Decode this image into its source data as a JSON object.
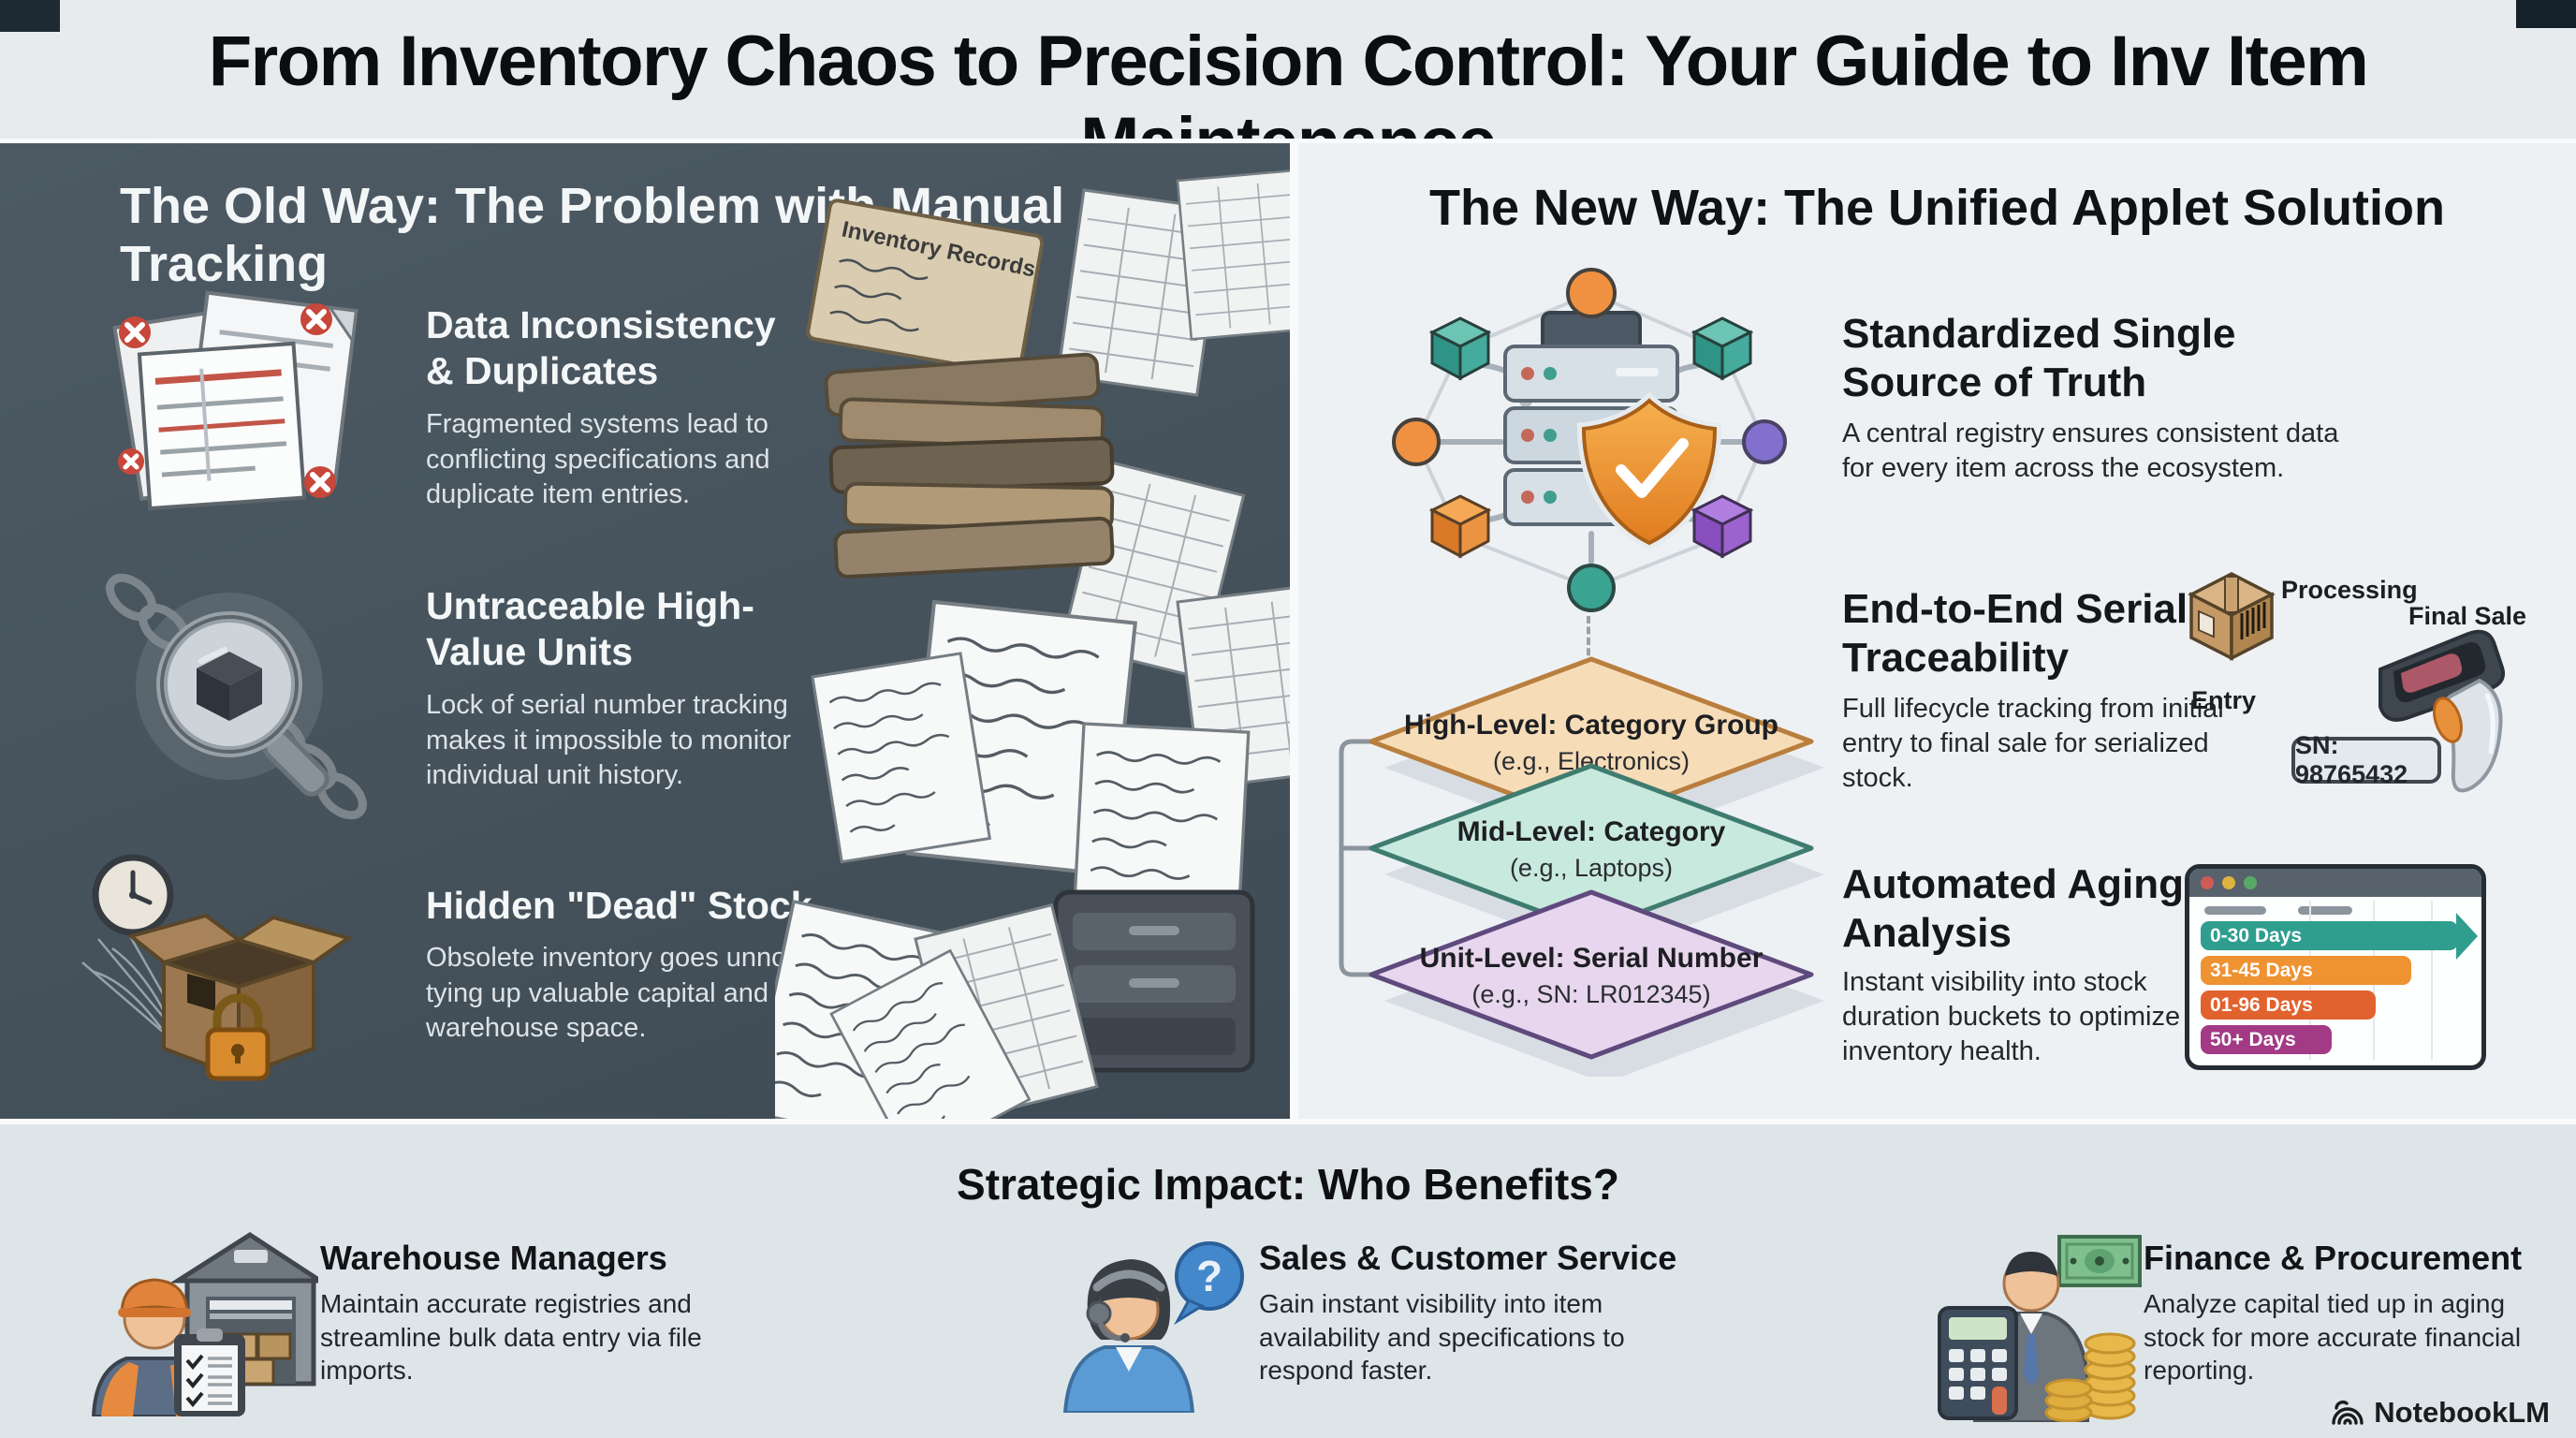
{
  "header": {
    "title": "From Inventory Chaos to Precision Control: Your Guide to Inv Item Maintenance"
  },
  "old_way": {
    "heading": "The Old Way: The Problem with Manual Tracking",
    "items": [
      {
        "title": "Data Inconsistency & Duplicates",
        "desc": "Fragmented systems lead to conflicting specifications and duplicate item entries."
      },
      {
        "title": "Untraceable High-Value Units",
        "desc": "Lock of serial number tracking makes it impossible to monitor individual unit history."
      },
      {
        "title": "Hidden \"Dead\" Stock",
        "desc": "Obsolete inventory goes unnoticed, tying up valuable capital and warehouse space."
      }
    ],
    "illustration": {
      "folder_label": "Inventory Records"
    }
  },
  "new_way": {
    "heading": "The New Way: The Unified Applet Solution",
    "features": [
      {
        "title": "Standardized Single Source of Truth",
        "desc": "A central registry ensures consistent data for every item across the ecosystem."
      },
      {
        "title": "End-to-End Serial Traceability",
        "desc": "Full lifecycle tracking from initial entry to final sale for serialized stock."
      },
      {
        "title": "Automated Aging Analysis",
        "desc": "Instant visibility into stock duration buckets to optimize inventory health."
      }
    ],
    "traceability": {
      "entry": "Entry",
      "processing": "Processing",
      "final_sale": "Final Sale",
      "serial": "SN: 98765432"
    },
    "hierarchy": [
      {
        "label": "High-Level: Category Group",
        "example": "(e.g., Electronics)",
        "fill": "#f7dcb8",
        "stroke": "#b97f3e"
      },
      {
        "label": "Mid-Level: Category",
        "example": "(e.g., Laptops)",
        "fill": "#c8e9dd",
        "stroke": "#3f7c70"
      },
      {
        "label": "Unit-Level: Serial Number",
        "example": "(e.g., SN: LR012345)",
        "fill": "#e7d6ee",
        "stroke": "#5f4a7d"
      }
    ]
  },
  "chart_data": {
    "type": "bar",
    "categories": [
      "0-30 Days",
      "31-45 Days",
      "01-96 Days",
      "50+ Days"
    ],
    "values": [
      88,
      72,
      60,
      45
    ],
    "colors": [
      "#2f9e8f",
      "#ef9232",
      "#e2622d",
      "#a23a85"
    ],
    "legend_position": "none",
    "container": "browser-window"
  },
  "impact": {
    "heading": "Strategic Impact: Who Benefits?",
    "groups": [
      {
        "title": "Warehouse Managers",
        "desc": "Maintain accurate registries and streamline bulk data entry via file imports."
      },
      {
        "title": "Sales & Customer Service",
        "desc": "Gain instant visibility into item availability and specifications to respond faster."
      },
      {
        "title": "Finance & Procurement",
        "desc": "Analyze capital tied up in aging stock for more accurate financial reporting."
      }
    ]
  },
  "footer": {
    "brand": "NotebookLM"
  }
}
